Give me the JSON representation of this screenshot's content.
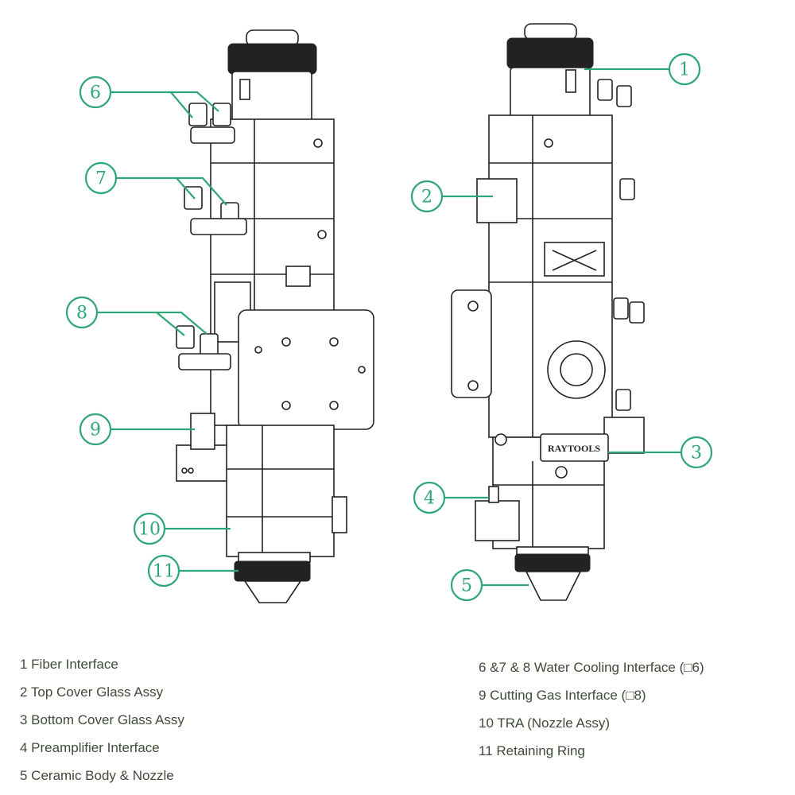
{
  "colors": {
    "callout": "#2fa676",
    "legend_text": "#3f4a38",
    "line_art": "#222222"
  },
  "product_badge": "RAYTOOLS",
  "callouts": [
    "1",
    "2",
    "3",
    "4",
    "5",
    "6",
    "7",
    "8",
    "9",
    "10",
    "11"
  ],
  "legend": {
    "left": [
      "1 Fiber Interface",
      "2 Top Cover Glass Assy",
      "3 Bottom Cover Glass Assy",
      "4 Preamplifier Interface",
      "5 Ceramic Body & Nozzle"
    ],
    "right": [
      "6 &7 & 8 Water Cooling Interface (□6)",
      "9 Cutting Gas Interface (□8)",
      "10 TRA (Nozzle Assy)",
      "11 Retaining Ring"
    ]
  }
}
